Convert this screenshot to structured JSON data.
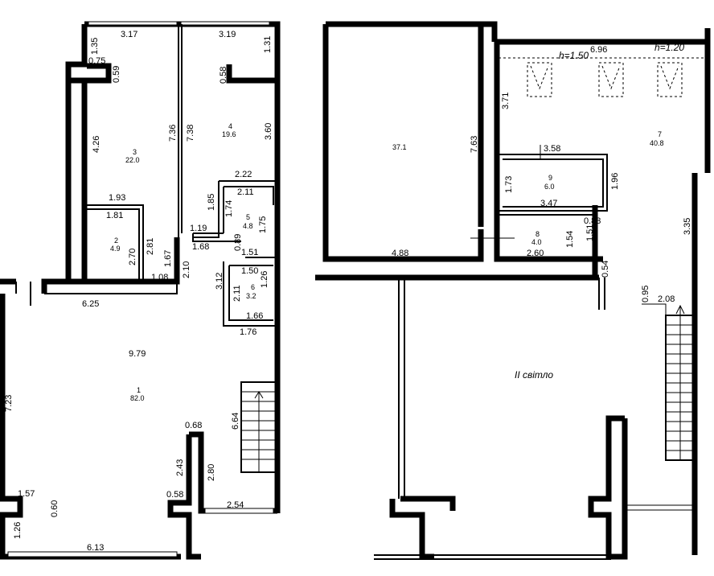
{
  "plan_left": {
    "rooms": [
      {
        "num": "1",
        "area": "82.0"
      },
      {
        "num": "2",
        "area": "4.9"
      },
      {
        "num": "3",
        "area": "22.0"
      },
      {
        "num": "4",
        "area": "19.6"
      },
      {
        "num": "5",
        "area": "4.8"
      },
      {
        "num": "6",
        "area": "3.2"
      }
    ],
    "dims": [
      "3.17",
      "3.19",
      "1.35",
      "0.75",
      "0.59",
      "1.31",
      "0.58",
      "4.26",
      "7.36",
      "7.38",
      "3.60",
      "2.22",
      "2.11",
      "1.93",
      "1.81",
      "1.85",
      "1.74",
      "1.75",
      "2.70",
      "2.81",
      "1.19",
      "1.68",
      "1.67",
      "0.89",
      "1.51",
      "2.10",
      "1.08",
      "1.50",
      "3.12",
      "2.11",
      "1.26",
      "1.66",
      "1.76",
      "6.25",
      "9.79",
      "7.23",
      "0.68",
      "6.64",
      "2.43",
      "2.80",
      "0.58",
      "2.54",
      "1.57",
      "0.60",
      "1.26",
      "6.13"
    ]
  },
  "plan_right": {
    "rooms": [
      {
        "num": "",
        "area": "37.1"
      },
      {
        "num": "7",
        "area": "40.8"
      },
      {
        "num": "9",
        "area": "6.0"
      },
      {
        "num": "8",
        "area": "4.0"
      }
    ],
    "dims": [
      "6.96",
      "h=1.50",
      "h=1.20",
      "3.71",
      "7.63",
      "3.58",
      "1.73",
      "1.96",
      "3.47",
      "0.83",
      "1.54",
      "1.51",
      "4.88",
      "2.60",
      "0.54",
      "3.35",
      "0.95",
      "2.08"
    ],
    "void_label": "II світло"
  }
}
